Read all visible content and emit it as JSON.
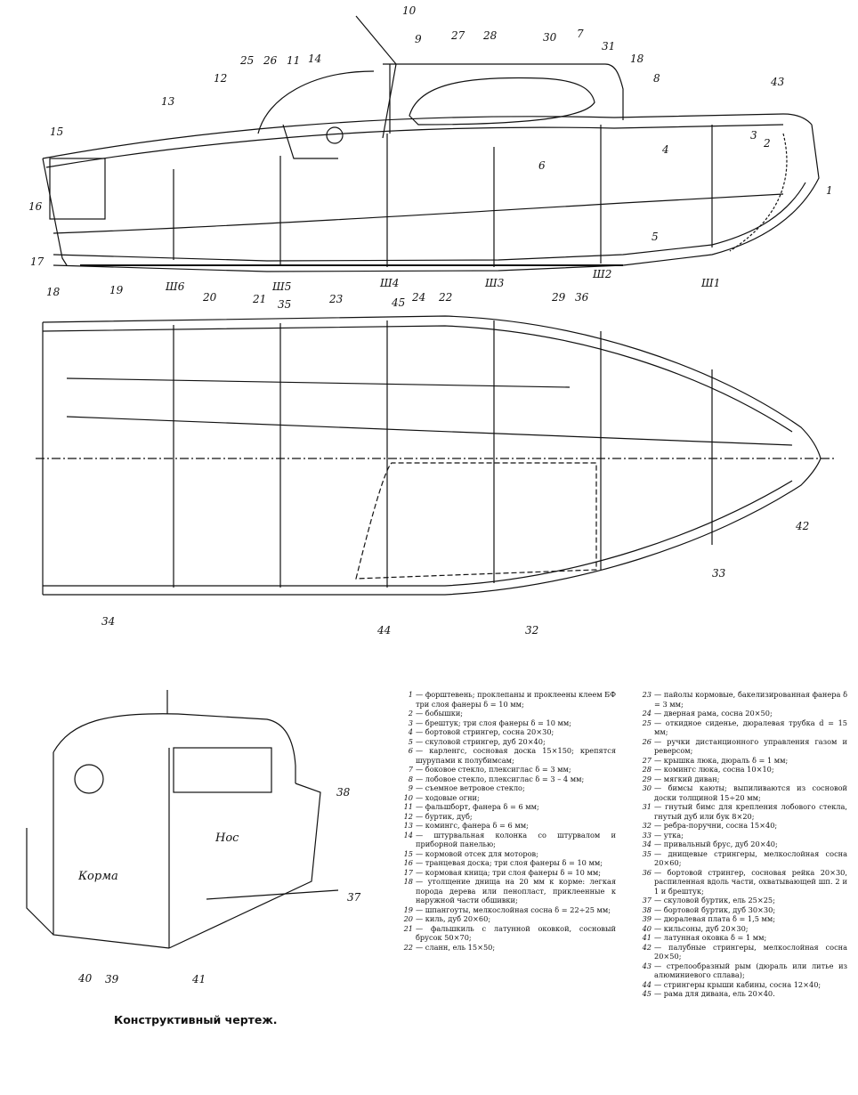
{
  "caption": "Конструктивный чертеж.",
  "zones": [
    "Ш1",
    "Ш2",
    "Ш3",
    "Ш4",
    "Ш5",
    "Ш6"
  ],
  "view_tags": {
    "bow": "Нос",
    "stern": "Корма"
  },
  "callouts": [
    "1",
    "2",
    "3",
    "4",
    "5",
    "6",
    "7",
    "8",
    "9",
    "10",
    "11",
    "12",
    "13",
    "14",
    "15",
    "16",
    "17",
    "18",
    "19",
    "20",
    "21",
    "22",
    "23",
    "24",
    "25",
    "26",
    "27",
    "28",
    "29",
    "30",
    "31",
    "32",
    "33",
    "34",
    "35",
    "36",
    "37",
    "38",
    "39",
    "40",
    "41",
    "42",
    "43",
    "44",
    "45",
    "18"
  ],
  "legend_left": [
    {
      "n": "1",
      "t": "— форштевень; проклепаны и проклеены клеем БФ три слоя фанеры δ = 10 мм;"
    },
    {
      "n": "2",
      "t": "— бобышки;"
    },
    {
      "n": "3",
      "t": "— брештук; три слоя фанеры δ = 10 мм;"
    },
    {
      "n": "4",
      "t": "— бортовой стрингер, сосна 20×30;"
    },
    {
      "n": "5",
      "t": "— скуловой стрингер, дуб 20×40;"
    },
    {
      "n": "6",
      "t": "— карленгс, сосновая доска 15×150; крепятся шурупами к полубимсам;"
    },
    {
      "n": "7",
      "t": "— боковое стекло, плексиглас δ = 3 мм;"
    },
    {
      "n": "8",
      "t": "— лобовое стекло, плексиглас δ = 3 – 4 мм;"
    },
    {
      "n": "9",
      "t": "— съемное ветровое стекло;"
    },
    {
      "n": "10",
      "t": "— ходовые огни;"
    },
    {
      "n": "11",
      "t": "— фальшборт, фанера δ = 6 мм;"
    },
    {
      "n": "12",
      "t": "— буртик, дуб;"
    },
    {
      "n": "13",
      "t": "— комингс, фанера δ = 6 мм;"
    },
    {
      "n": "14",
      "t": "— штурвальная колонка со штурвалом и приборной панелью;"
    },
    {
      "n": "15",
      "t": "— кормовой отсек для моторов;"
    },
    {
      "n": "16",
      "t": "— транцевая доска; три слоя фанеры δ = 10 мм;"
    },
    {
      "n": "17",
      "t": "— кормовая кница; три слоя фанеры δ = 10 мм;"
    },
    {
      "n": "18",
      "t": "— утолщение днища на 20 мм к корме: легкая порода дерева или пенопласт, приклеенные к наружной части обшивки;"
    },
    {
      "n": "19",
      "t": "— шпангоуты, мелкослойная сосна δ = 22÷25 мм;"
    },
    {
      "n": "20",
      "t": "— киль, дуб 20×60;"
    },
    {
      "n": "21",
      "t": "— фальшкиль с латунной оковкой, сосновый брусок 50×70;"
    },
    {
      "n": "22",
      "t": "— сланн, ель 15×50;"
    }
  ],
  "legend_right": [
    {
      "n": "23",
      "t": "— пайолы кормовые, бакелизированная фанера δ = 3 мм;"
    },
    {
      "n": "24",
      "t": "— дверная рама, сосна 20×50;"
    },
    {
      "n": "25",
      "t": "— откидное сиденье, дюралевая трубка d = 15 мм;"
    },
    {
      "n": "26",
      "t": "— ручки дистанционного управления газом и реверсом;"
    },
    {
      "n": "27",
      "t": "— крышка люка, дюраль δ = 1 мм;"
    },
    {
      "n": "28",
      "t": "— комингс люка, сосна 10×10;"
    },
    {
      "n": "29",
      "t": "— мягкий диван;"
    },
    {
      "n": "30",
      "t": "— бимсы каюты; выпиливаются из сосновой доски толщиной 15÷20 мм;"
    },
    {
      "n": "31",
      "t": "— гнутый бимс для крепления лобового стекла, гнутый дуб или бук 8×20;"
    },
    {
      "n": "32",
      "t": "— ребра-поручни, сосна 15×40;"
    },
    {
      "n": "33",
      "t": "— утка;"
    },
    {
      "n": "34",
      "t": "— привальный брус, дуб 20×40;"
    },
    {
      "n": "35",
      "t": "— днищевые стрингеры, мелкослойная сосна 20×60;"
    },
    {
      "n": "36",
      "t": "— бортовой стрингер, сосновая рейка 20×30, распиленная вдоль части, охватывающей шп. 2 и 1 и брештук;"
    },
    {
      "n": "37",
      "t": "— скуловой буртик, ель 25×25;"
    },
    {
      "n": "38",
      "t": "— бортовой буртик, дуб 30×30;"
    },
    {
      "n": "39",
      "t": "— дюралевая плата δ = 1,5 мм;"
    },
    {
      "n": "40",
      "t": "— кильсоны, дуб 20×30;"
    },
    {
      "n": "41",
      "t": "— латунная оковка δ = 1 мм;"
    },
    {
      "n": "42",
      "t": "— палубные стрингеры, мелкослойная сосна 20×50;"
    },
    {
      "n": "43",
      "t": "— стрелообразный рым (дюраль или литье из алюминиевого сплава);"
    },
    {
      "n": "44",
      "t": "— стрингеры крыши кабины, сосна 12×40;"
    },
    {
      "n": "45",
      "t": "— рама для дивана, ель 20×40."
    }
  ]
}
